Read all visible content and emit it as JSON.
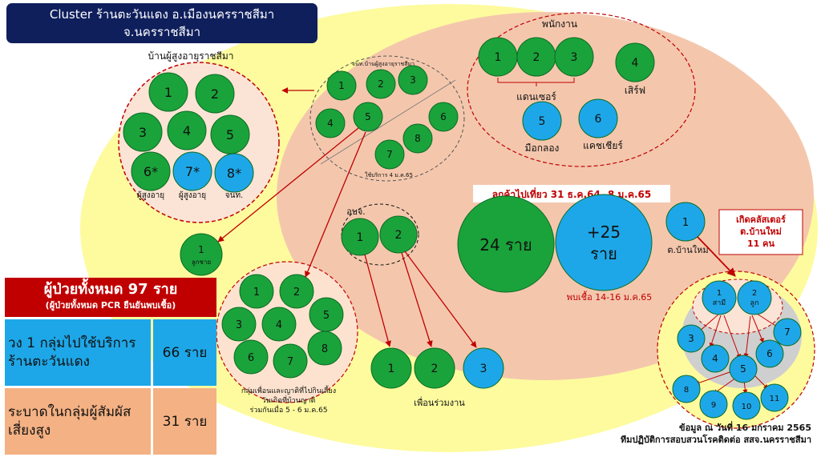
{
  "title": {
    "line1": "Cluster ร้านตะวันแดง อ.เมืองนครราชสีมา",
    "line2": "จ.นครราชสีมา"
  },
  "colors": {
    "green": "#1aa33b",
    "blue": "#1ea7e8",
    "peach": "#f4c7ad",
    "yellow": "#fdfb9e",
    "red": "#c00000"
  },
  "elderly_home": {
    "label": "บ้านผู้สูงอายุราชสีมา",
    "circles": [
      "1",
      "2",
      "3",
      "4",
      "5",
      "6*",
      "7*",
      "8*"
    ],
    "sub_labels": [
      "ผู้สูงอายุ",
      "ผู้สูงอายุ",
      "จนท."
    ]
  },
  "guest_one": {
    "line1": "1",
    "line2": "ลูกชาย"
  },
  "staff_elderly": {
    "label": "จนท.บ้านผู้สูงอายุราชสีมา",
    "circles": [
      "1",
      "2",
      "3",
      "4",
      "5",
      "6",
      "7",
      "8"
    ],
    "note": "ใช้บริการ 4 ม.ค.65"
  },
  "employees": {
    "label": "พนักงาน",
    "circles": [
      "1",
      "2",
      "3",
      "4",
      "5",
      "6"
    ],
    "dancers_label": "แดนเซอร์",
    "serve_label": "เสิร์ฟ",
    "drummer_label": "มือกลอง",
    "cashier_label": "แคชเชียร์"
  },
  "customers": {
    "banner": "ลูกค้าไปเที่ยว 31 ธ.ค.64 -8 ม.ค.65",
    "green_label": "24 ราย",
    "blue_line1": "+25",
    "blue_line2": "ราย",
    "note": "พบเชื้อ 14-16 ม.ค.65"
  },
  "obj": {
    "label": "อบจ.",
    "circles": [
      "1",
      "2"
    ]
  },
  "coworkers": {
    "label": "เพื่อนร่วมงาน",
    "circles": [
      "1",
      "2",
      "3"
    ]
  },
  "friends": {
    "circles": [
      "1",
      "2",
      "3",
      "4",
      "5",
      "6",
      "7",
      "8"
    ],
    "caption1": "กลุ่มเพื่อนและญาติที่ไปกินเลี้ยง",
    "caption2": "วันเกิดที่บ้านญาติ",
    "caption3": "ร่วมกันเมื่อ 5 - 6 ม.ค.65"
  },
  "ban_mai": {
    "circle": "1",
    "label": "ต.บ้านใหม่"
  },
  "new_cluster": {
    "line1": "เกิดคลัสเตอร์",
    "line2": "ต.บ้านใหม่",
    "line3": "11 คน"
  },
  "family": {
    "c1a": "1",
    "c1b": "สามี",
    "c2a": "2",
    "c2b": "ลูก",
    "circles": [
      "3",
      "4",
      "5",
      "6",
      "7",
      "8",
      "9",
      "10",
      "11"
    ]
  },
  "summary": {
    "header1": "ผู้ป่วยทั้งหมด 97 ราย",
    "header2": "(ผู้ป่วยทั้งหมด PCR ยืนยันพบเชื้อ)",
    "row1_label": "วง 1 กลุ่มไปใช้บริการร้านตะวันแดง",
    "row1_value": "66 ราย",
    "row2_label": "ระบาดในกลุ่มผู้สัมผัสเสี่ยงสูง",
    "row2_value": "31 ราย"
  },
  "footer": {
    "line1": "ข้อมูล ณ วันที่ 16 มกราคม 2565",
    "line2": "ทีมปฏิบัติการสอบสวนโรคติดต่อ สสจ.นครราชสีมา"
  }
}
